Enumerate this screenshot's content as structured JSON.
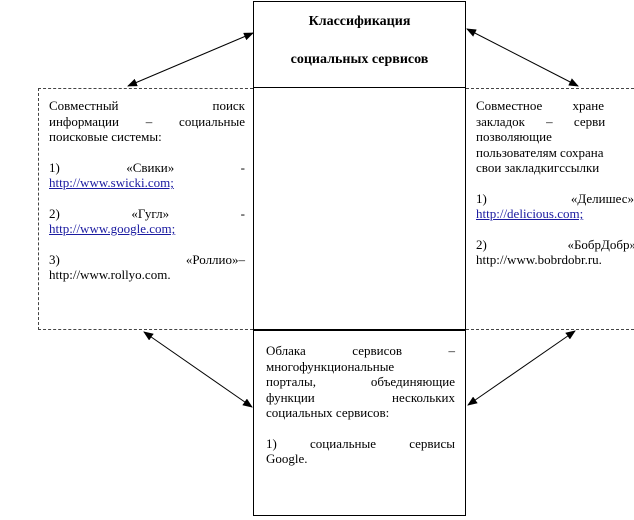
{
  "title": {
    "line1": "Классификация",
    "line2": "социальных сервисов"
  },
  "left": {
    "lines": [
      "Совместный поиск",
      "информации – социальные",
      "поисковые системы:"
    ],
    "items": [
      {
        "num": "1)",
        "name": "«Свики»",
        "dash": "-",
        "url": "http://www.swicki.com;",
        "is_link": true
      },
      {
        "num": "2)",
        "name": "«Гугл»",
        "dash": "-",
        "url": "http://www.google.com;",
        "is_link": true
      },
      {
        "num": "3)",
        "name": "«Роллио»–",
        "dash": "",
        "url": "http://www.rollyo.com.",
        "is_link": false
      }
    ]
  },
  "right": {
    "lines": [
      "Совместное хране",
      "закладок – серви",
      "позволяющие",
      "пользователям сохрана",
      "свои закладкигссылки"
    ],
    "items": [
      {
        "num": "1)",
        "name": "«Делишес»",
        "url": "http://delicious.com;",
        "is_link": true
      },
      {
        "num": "2)",
        "name": "«БобрДобр»",
        "url": "http://www.bobrdobr.ru.",
        "is_link": false
      }
    ]
  },
  "bottom": {
    "lines": [
      "Облака сервисов –",
      "многофункциональные",
      "порталы, объединяющие",
      "функции нескольких",
      "социальных сервисов:"
    ],
    "item_line1": "1) социальные сервисы",
    "item_line2": "Google."
  }
}
